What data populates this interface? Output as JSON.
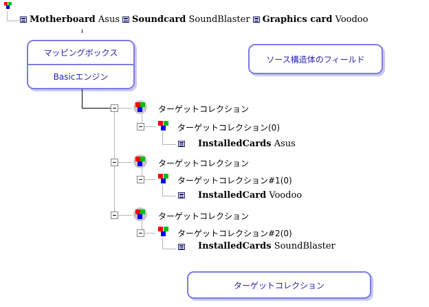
{
  "root": {
    "items": [
      {
        "key": "Motherboard",
        "value": "Asus"
      },
      {
        "key": "Soundcard",
        "value": "SoundBlaster"
      },
      {
        "key": "Graphics card",
        "value": "Voodoo"
      }
    ]
  },
  "mapping_box": {
    "top": "マッピングボックス",
    "bottom": "Basicエンジン"
  },
  "source_box": "ソース構造体のフィールド",
  "target_box": "ターゲットコレクション",
  "tree": {
    "groups": [
      {
        "label": "ターゲットコレクション",
        "child": "ターゲットコレクション(0)",
        "leaf_key": "InstalledCards",
        "leaf_value": "Asus"
      },
      {
        "label": "ターゲットコレクション",
        "child": "ターゲットコレクション#1(0)",
        "leaf_key": "InstalledCard",
        "leaf_value": "Voodoo"
      },
      {
        "label": "ターゲットコレクション",
        "child": "ターゲットコレクション#2(0)",
        "leaf_key": "InstalledCards",
        "leaf_value": "SoundBlaster"
      }
    ]
  },
  "colors": {
    "box_border": "#7b7be0",
    "box_text": "#2323b0",
    "red": "#ff0000",
    "green": "#00c000",
    "blue": "#0000ff"
  }
}
